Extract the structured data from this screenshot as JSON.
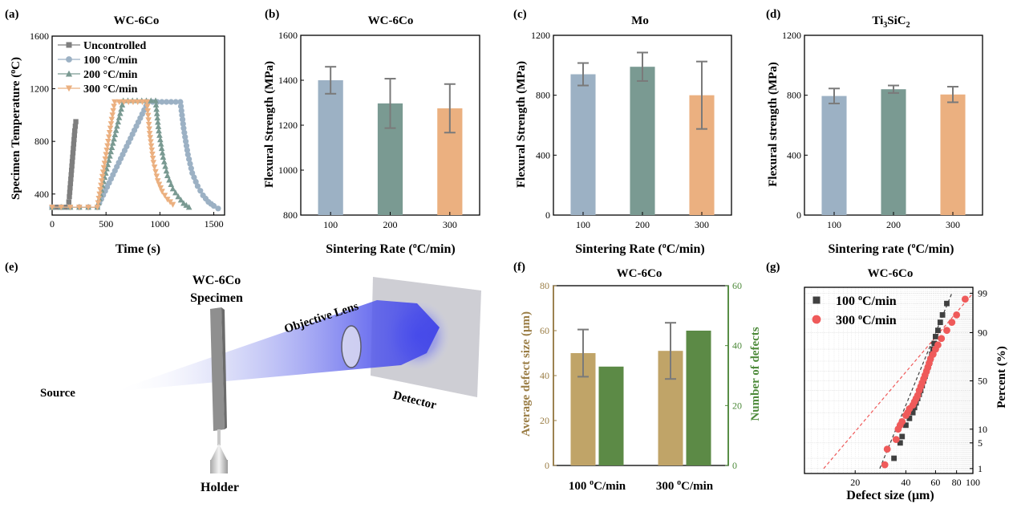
{
  "panel_labels": [
    "(a)",
    "(b)",
    "(c)",
    "(d)",
    "(e)",
    "(f)",
    "(g)"
  ],
  "colors": {
    "grey": "#7f7f7f",
    "blue": "#9cb1c4",
    "teal": "#7a9a92",
    "orange": "#ebb080",
    "khaki": "#c0a468",
    "green": "#5c8a46",
    "red": "#ef5a5a",
    "dark": "#404040",
    "axis": "#000000",
    "errbar": "#7a7a7a",
    "ylabel_f_left": "#9a7d45",
    "ylabel_f_right": "#4d8a3a"
  },
  "diagram_e": {
    "specimen_label": [
      "WC-6Co",
      "Specimen"
    ],
    "lens_label": "Objective Lens",
    "source_label": "Source",
    "detector_label": "Detector",
    "holder_label": "Holder"
  },
  "chart_data": [
    {
      "id": "a",
      "type": "line",
      "title": "WC-6Co",
      "xlabel": "Time (s)",
      "ylabel": "Specimen Temperature (",
      "ylabel_sup": "o",
      "ylabel_end": "C)",
      "xlim": [
        0,
        1600
      ],
      "ylim": [
        240,
        1600
      ],
      "xticks": [
        0,
        500,
        1000,
        1500
      ],
      "yticks": [
        400,
        800,
        1200,
        1600
      ],
      "series": [
        {
          "name": "Uncontrolled",
          "marker": "square",
          "color": "#7f7f7f",
          "x": [
            0,
            150,
            160,
            170,
            180,
            190,
            200,
            210,
            220
          ],
          "y": [
            300,
            300,
            380,
            480,
            580,
            680,
            780,
            880,
            950
          ]
        },
        {
          "name": "100 °C/min",
          "marker": "circle",
          "color": "#9cb1c4",
          "x": [
            0,
            420,
            890,
            1190,
            1220,
            1260,
            1300,
            1350,
            1400,
            1450,
            1500,
            1540
          ],
          "y": [
            300,
            300,
            1100,
            1100,
            900,
            700,
            560,
            460,
            390,
            340,
            310,
            290
          ]
        },
        {
          "name": "200 °C/min",
          "marker": "triangle",
          "color": "#7a9a92",
          "x": [
            0,
            420,
            660,
            960,
            990,
            1030,
            1070,
            1120,
            1170,
            1220,
            1270
          ],
          "y": [
            300,
            300,
            1110,
            1110,
            880,
            680,
            540,
            440,
            380,
            330,
            300
          ]
        },
        {
          "name": "300 °C/min",
          "marker": "triangle-down",
          "color": "#ebb080",
          "x": [
            0,
            420,
            580,
            880,
            905,
            940,
            980,
            1020,
            1070,
            1120
          ],
          "y": [
            300,
            300,
            1100,
            1100,
            860,
            640,
            500,
            420,
            360,
            320
          ]
        }
      ],
      "legend_position": "top-left"
    },
    {
      "id": "b",
      "type": "bar",
      "title": "WC-6Co",
      "xlabel": "Sintering Rate (",
      "xlabel_sup": "o",
      "xlabel_end": "C/min)",
      "ylabel": "Flexural Strength (MPa)",
      "categories": [
        "100",
        "200",
        "300"
      ],
      "values": [
        1400,
        1297,
        1275
      ],
      "errors": [
        60,
        110,
        108
      ],
      "colors": [
        "#9cb1c4",
        "#7a9a92",
        "#ebb080"
      ],
      "ylim": [
        800,
        1600
      ],
      "yticks": [
        800,
        1000,
        1200,
        1400,
        1600
      ]
    },
    {
      "id": "c",
      "type": "bar",
      "title": "Mo",
      "xlabel": "Sintering Rate (",
      "xlabel_sup": "o",
      "xlabel_end": "C/min)",
      "ylabel": "Flexural Strength (MPa)",
      "categories": [
        "100",
        "200",
        "300"
      ],
      "values": [
        940,
        990,
        800
      ],
      "errors": [
        75,
        95,
        225
      ],
      "colors": [
        "#9cb1c4",
        "#7a9a92",
        "#ebb080"
      ],
      "ylim": [
        0,
        1200
      ],
      "yticks": [
        0,
        400,
        800,
        1200
      ]
    },
    {
      "id": "d",
      "type": "bar",
      "title_parts": [
        "Ti",
        "3",
        "SiC",
        "2"
      ],
      "xlabel": "Sintering rate (",
      "xlabel_sup": "o",
      "xlabel_end": "C/min)",
      "ylabel": "Flexural strength (MPa)",
      "categories": [
        "100",
        "200",
        "300"
      ],
      "values": [
        795,
        840,
        805
      ],
      "errors": [
        50,
        25,
        52
      ],
      "colors": [
        "#9cb1c4",
        "#7a9a92",
        "#ebb080"
      ],
      "ylim": [
        0,
        1200
      ],
      "yticks": [
        0,
        400,
        800,
        1200
      ]
    },
    {
      "id": "f",
      "type": "bar",
      "title": "WC-6Co",
      "categories": [
        "100 ",
        "300 "
      ],
      "category_sup": "o",
      "category_end": "C/min",
      "ylabel_left": "Average defect size (μm)",
      "ylabel_right": "Number of defects",
      "series": [
        {
          "name": "Average defect size",
          "axis": "left",
          "color": "#c0a468",
          "values": [
            50,
            51
          ],
          "errors": [
            10.5,
            12.5
          ]
        },
        {
          "name": "Number of defects",
          "axis": "right",
          "color": "#5c8a46",
          "values": [
            33,
            45
          ]
        }
      ],
      "ylim_left": [
        0,
        80
      ],
      "yticks_left": [
        0,
        20,
        40,
        60,
        80
      ],
      "ylim_right": [
        0,
        60
      ],
      "yticks_right": [
        0,
        20,
        40,
        60
      ]
    },
    {
      "id": "g",
      "type": "scatter",
      "title": "WC-6Co",
      "xlabel": "Defect size (μm)",
      "ylabel": "Percent (%)",
      "xscale": "log",
      "yscale": "probability",
      "xlim": [
        10,
        100
      ],
      "xticks": [
        20,
        40,
        60,
        80,
        100
      ],
      "yticks": [
        1,
        5,
        10,
        50,
        90,
        99
      ],
      "grid": true,
      "legend_position": "top-left",
      "series": [
        {
          "name": "100 ",
          "name_sup": "o",
          "name_end": "C/min",
          "marker": "square",
          "color": "#404040",
          "x": [
            34,
            37,
            38,
            40,
            42,
            44,
            45,
            46,
            47,
            48,
            49,
            50,
            51,
            52,
            53,
            54,
            55,
            56,
            57,
            58,
            59,
            60,
            62,
            64,
            66,
            70
          ],
          "y": [
            2,
            5,
            7,
            12,
            16,
            20,
            24,
            28,
            32,
            36,
            40,
            45,
            50,
            55,
            60,
            64,
            68,
            72,
            76,
            80,
            84,
            88,
            91,
            94,
            96,
            98
          ],
          "fit": [
            [
              28,
              1
            ],
            [
              75,
              99
            ]
          ]
        },
        {
          "name": "300 ",
          "name_sup": "o",
          "name_end": "C/min",
          "marker": "circle",
          "color": "#ef5a5a",
          "x": [
            30,
            31,
            35,
            36,
            37,
            38,
            40,
            41,
            42,
            44,
            45,
            46,
            47,
            48,
            49,
            50,
            51,
            52,
            53,
            54,
            55,
            56,
            58,
            60,
            62,
            65,
            70,
            75,
            80,
            90
          ],
          "y": [
            1.3,
            3.5,
            6,
            10,
            12,
            14,
            18,
            20,
            23,
            26,
            29,
            32,
            35,
            40,
            44,
            48,
            52,
            56,
            60,
            64,
            68,
            72,
            76,
            80,
            83,
            87,
            91,
            94,
            96,
            98.5
          ],
          "fit": [
            [
              13,
              1
            ],
            [
              100,
              99
            ]
          ]
        }
      ]
    }
  ]
}
